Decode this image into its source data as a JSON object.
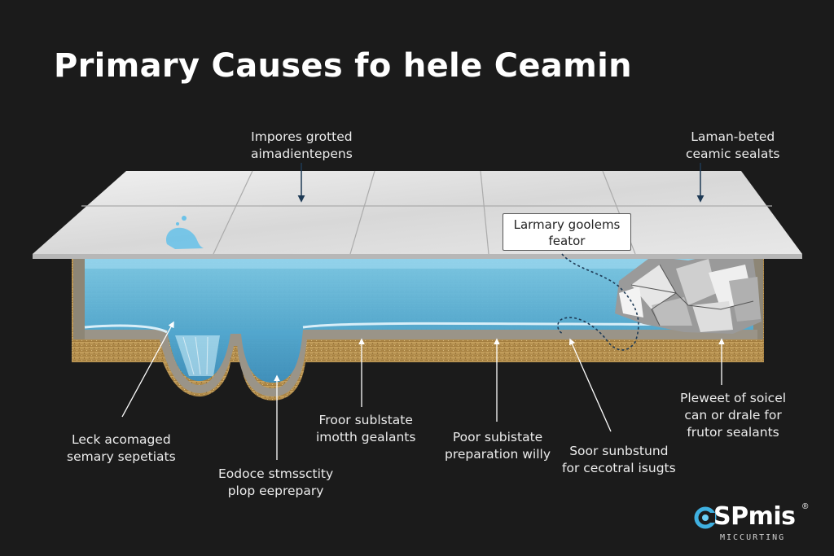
{
  "title": "Primary Causes fo hele Ceamin",
  "labels": {
    "top_left": [
      "Impores grotted",
      "aimadientepens"
    ],
    "top_right": [
      "Laman-beted",
      "ceamic sealats"
    ],
    "callout": [
      "Larmary goolems",
      "feator"
    ],
    "right": [
      "Pleweet of soicel",
      "can or drale for",
      "frutor sealants"
    ],
    "bottom_1": [
      "Leck acomaged",
      "semary sepetiats"
    ],
    "bottom_2": [
      "Eodoce stmssctity",
      "plop eeprepary"
    ],
    "bottom_3": [
      "Froor sublstate",
      "imotth gealants"
    ],
    "bottom_4": [
      "Poor subistate",
      "preparation willy"
    ],
    "bottom_5": [
      "Soor sunbstund",
      "for cecotral isugts"
    ]
  },
  "logo": {
    "name": "SPmis",
    "reg": "®",
    "sub": "MICCURTING"
  },
  "colors": {
    "background": "#1b1b1b",
    "water": "#5fb6dc",
    "substrate": "#b8914f",
    "tile": "#d9d9d9"
  }
}
